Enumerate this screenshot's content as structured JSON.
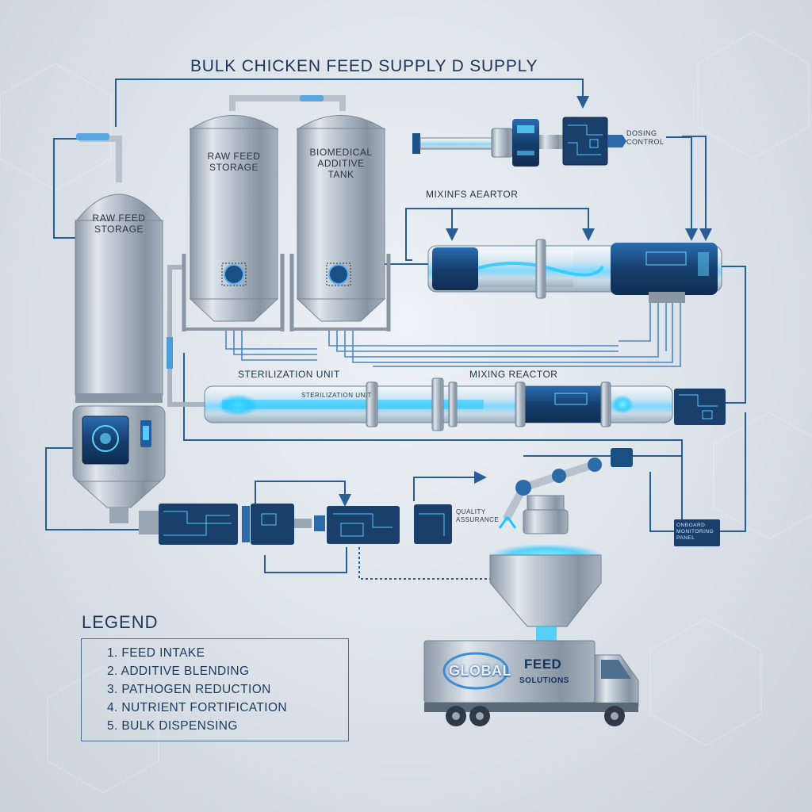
{
  "title": "BULK CHICKEN FEED SUPPLY D SUPPLY",
  "tanks": {
    "left_silo": [
      "RAW FEED",
      "STORAGE"
    ],
    "raw_feed_storage": [
      "RAW FEED",
      "STORAGE"
    ],
    "additive_tank": [
      "BIOMEDICAL",
      "ADDITIVE",
      "TANK"
    ]
  },
  "labels": {
    "dosing_control": [
      "DOSING",
      "CONTROL"
    ],
    "mixing_aerator": "MIXINFS AEARTOR",
    "sterilization_unit": "STERILIZATION UNIT",
    "sterilization_sub": "STERILIZATION UNIT",
    "mixing_reactor": "MIXING REACTOR",
    "quality_assurance": [
      "QUALITY",
      "ASSURANCE"
    ],
    "monitor_panel": [
      "ONBOARD",
      "MONITORING",
      "PANEL"
    ]
  },
  "legend": {
    "title": "LEGEND",
    "items": [
      "1. FEED INTAKE",
      "2. ADDITIVE BLENDING",
      "3. PATHOGEN REDUCTION",
      "4. NUTRIENT FORTIFICATION",
      "5. BULK DISPENSING"
    ]
  },
  "truck": {
    "brand": "GLOBAL",
    "word": "FEED",
    "sub": "SOLUTIONS"
  },
  "colors": {
    "pipe": "#2a5d93",
    "glow": "#1ec8ff",
    "steel": "#b9c4cf",
    "panel": "#1a4f86"
  }
}
